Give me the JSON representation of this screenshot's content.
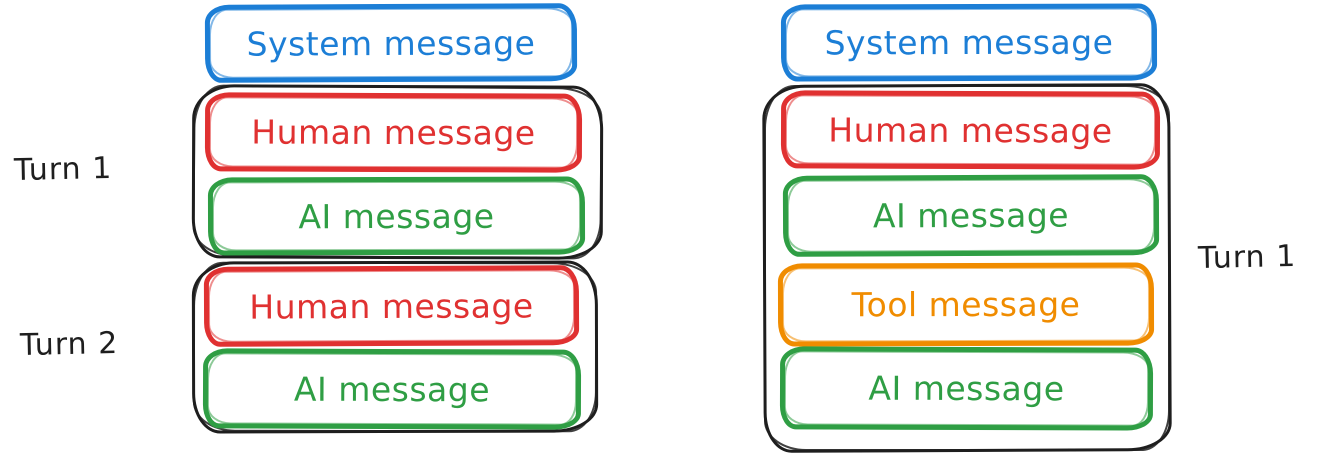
{
  "colors": {
    "system": "#1c7ed6",
    "human": "#e03131",
    "ai": "#2f9e44",
    "tool": "#f08c00",
    "group": "#1e1e1e",
    "background": "#ffffff"
  },
  "left": {
    "system_label": "System message",
    "turn1": {
      "label": "Turn 1",
      "messages": [
        {
          "type": "human",
          "label": "Human message"
        },
        {
          "type": "ai",
          "label": "AI message"
        }
      ]
    },
    "turn2": {
      "label": "Turn 2",
      "messages": [
        {
          "type": "human",
          "label": "Human message"
        },
        {
          "type": "ai",
          "label": "AI message"
        }
      ]
    }
  },
  "right": {
    "system_label": "System message",
    "turn1": {
      "label": "Turn 1",
      "messages": [
        {
          "type": "human",
          "label": "Human message"
        },
        {
          "type": "ai",
          "label": "AI message"
        },
        {
          "type": "tool",
          "label": "Tool message"
        },
        {
          "type": "ai",
          "label": "AI message"
        }
      ]
    }
  }
}
